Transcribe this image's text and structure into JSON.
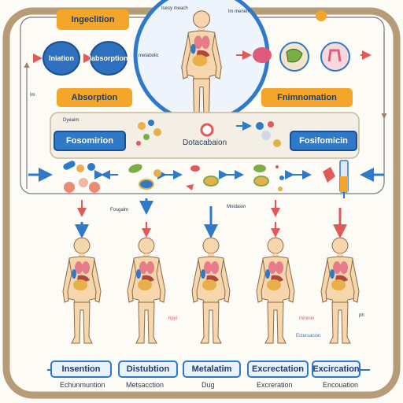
{
  "top": {
    "ingestion": "Ingeclition",
    "annot_left": "Isesy meach",
    "annot_right": "lm menen",
    "small_label": "metabolic"
  },
  "row1": {
    "circle_1": "Iniation",
    "circle_2": "Iabsorption"
  },
  "row2": {
    "absorption": "Absorption",
    "enhancement": "Fnimnomation",
    "left_tick": "Im"
  },
  "row3": {
    "small_label": "Dyeaim",
    "left_box": "Fosomirion",
    "middle_text": "Dotacabaion",
    "right_box": "Fosifomicin"
  },
  "mid": {
    "label_left": "Fosgalm",
    "label_right": "Mnidaion"
  },
  "body_notes": {
    "note_2": "hpyl",
    "note_4": "mminin",
    "note_4b": "Ectersacion",
    "note_5": "ph"
  },
  "bottom_labels": [
    "Insention",
    "Distubtion",
    "Metalatim",
    "Excrectation",
    "Excircation"
  ],
  "footer_labels": [
    "Echunmuntion",
    "Metsacction",
    "Dug",
    "Excreration",
    "Encouation"
  ],
  "colors": {
    "frame": "#b59c76",
    "orange": "#f3a62a",
    "blue": "#2f79c9",
    "arrow_red": "#e05a5a",
    "skin": "#f6d6ac"
  }
}
